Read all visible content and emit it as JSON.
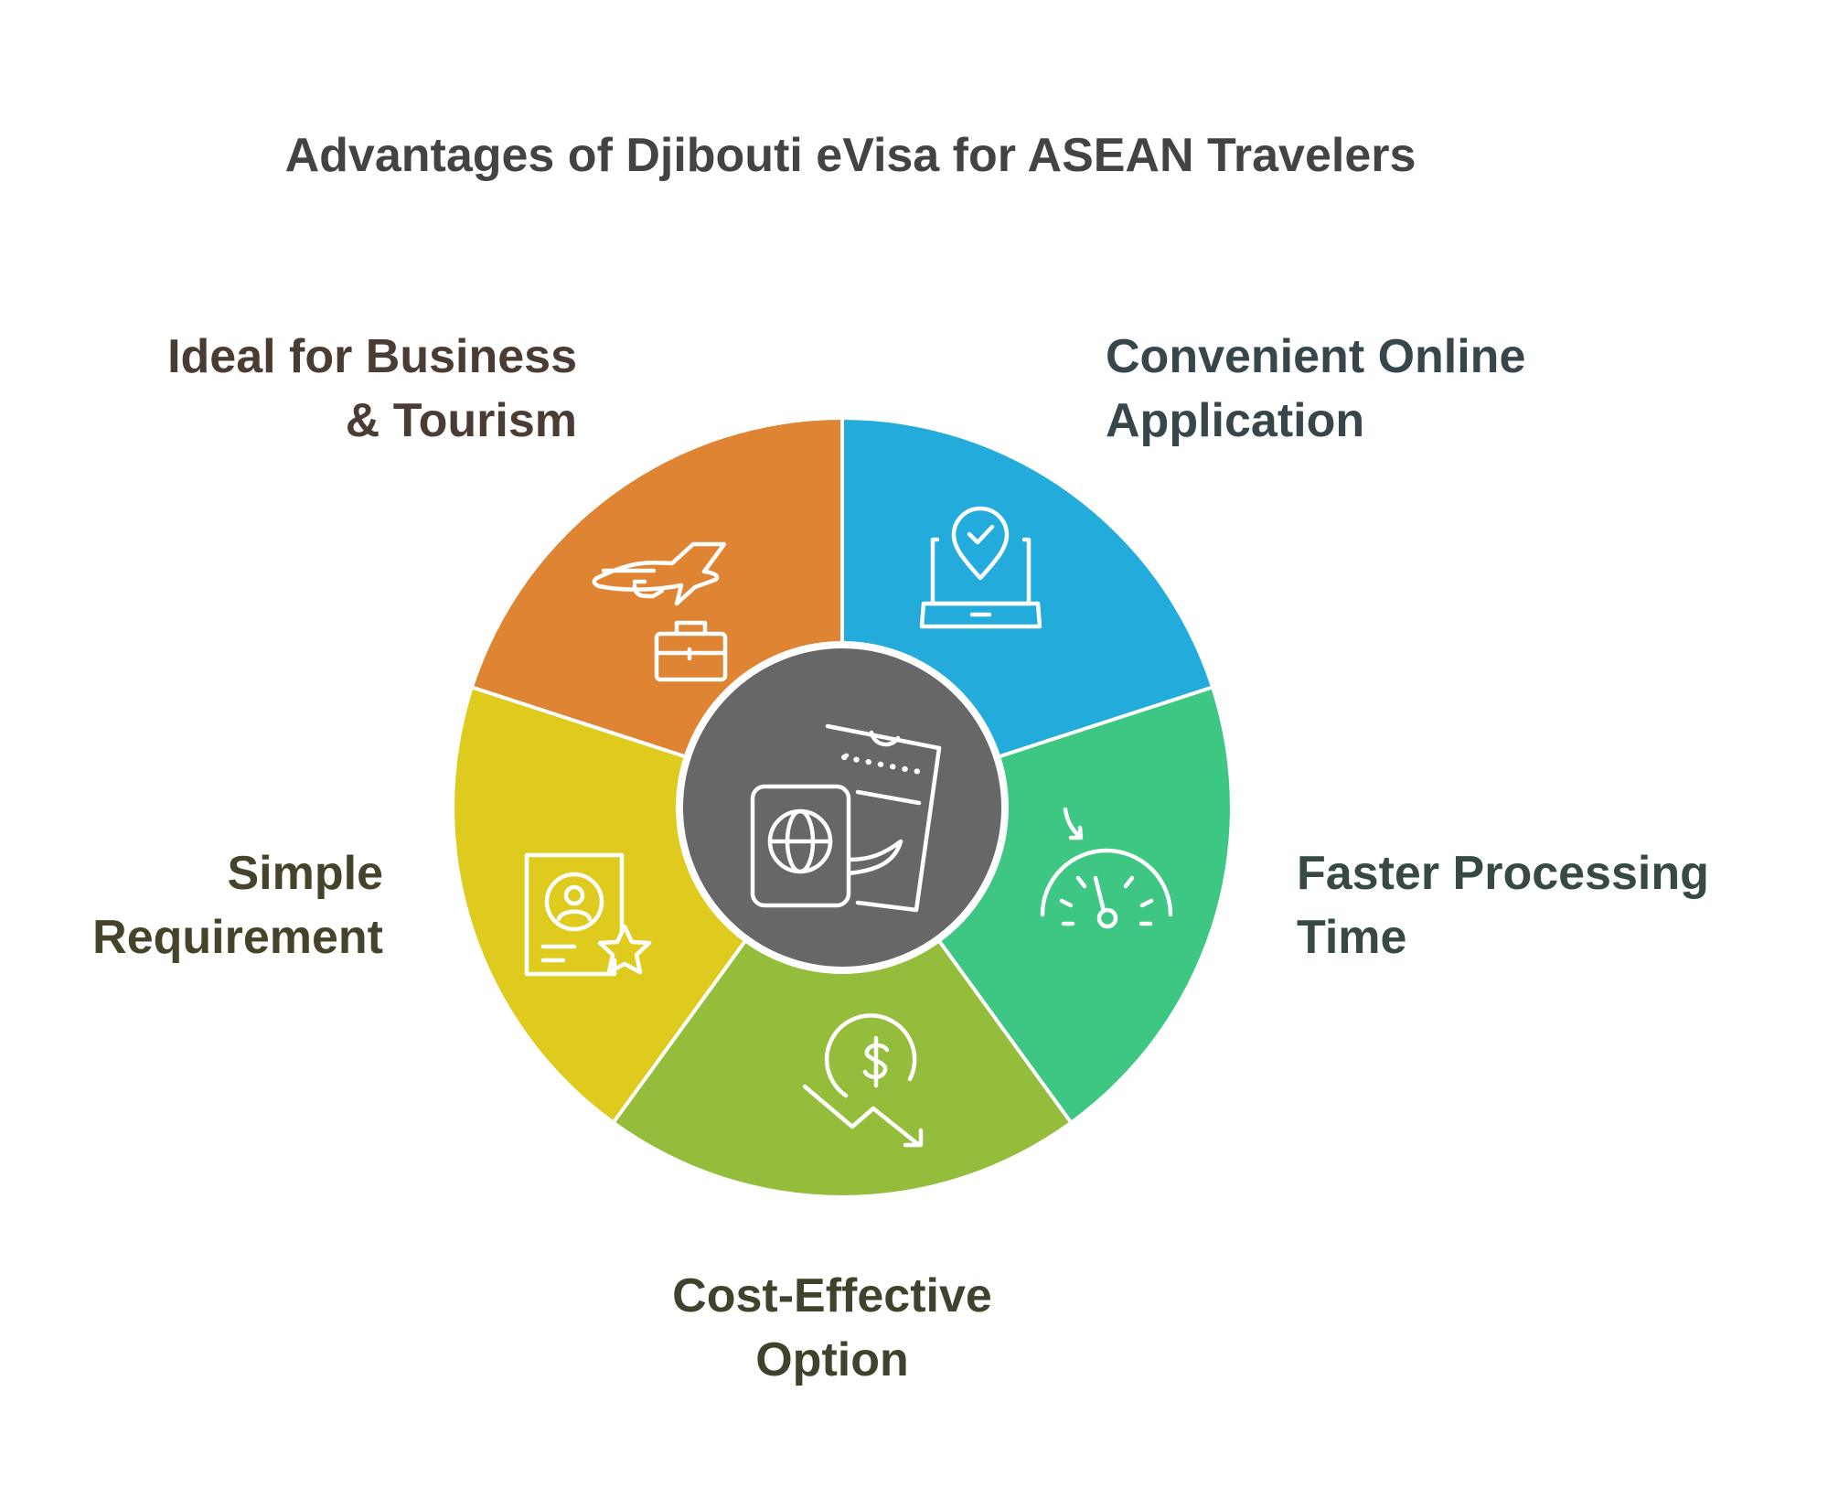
{
  "title": "Advantages of Djibouti eVisa for ASEAN Travelers",
  "segments": [
    {
      "id": "online",
      "line1": "Convenient Online",
      "line2": "Application",
      "color": "#22abdb",
      "icon": "laptop-location-check-icon"
    },
    {
      "id": "faster",
      "line1": "Faster Processing",
      "line2": "Time",
      "color": "#3ec683",
      "icon": "speedometer-icon"
    },
    {
      "id": "cost",
      "line1": "Cost-Effective",
      "line2": "Option",
      "color": "#93bd3a",
      "icon": "dollar-trend-down-icon"
    },
    {
      "id": "simple",
      "line1": "Simple",
      "line2": "Requirement",
      "color": "#dfcb1d",
      "icon": "profile-document-star-icon"
    },
    {
      "id": "business",
      "line1": "Ideal for Business",
      "line2": "& Tourism",
      "color": "#de8432",
      "icon": "airplane-briefcase-icon"
    }
  ],
  "center": {
    "color": "#676767",
    "icon": "passport-ticket-icon"
  }
}
